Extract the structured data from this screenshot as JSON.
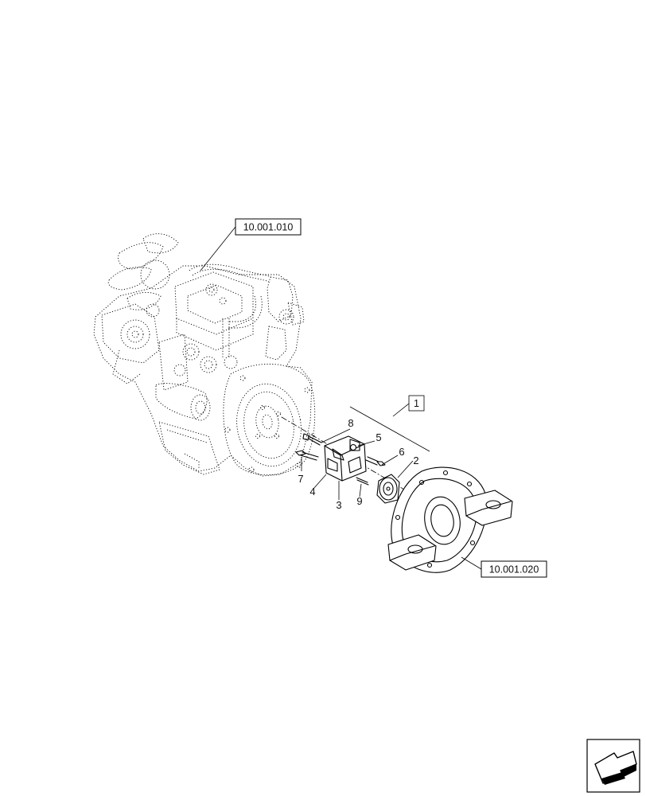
{
  "references": {
    "top": "10.001.010",
    "bottom": "10.001.020"
  },
  "group_label": "1",
  "callouts": {
    "c2": "2",
    "c3": "3",
    "c4": "4",
    "c5": "5",
    "c6": "6",
    "c7": "7",
    "c8": "8",
    "c9": "9"
  },
  "nav_icon": "arrow-navigation-icon"
}
